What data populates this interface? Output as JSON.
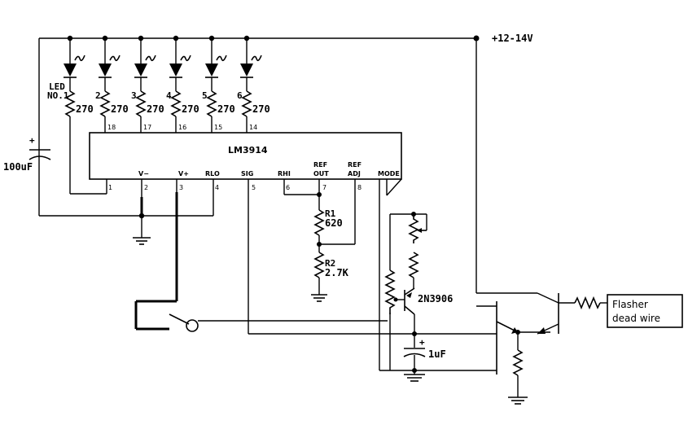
{
  "chip": {
    "name": "LM3914",
    "pins": [
      "1",
      "2",
      "3",
      "4",
      "5",
      "6",
      "7",
      "8",
      "18",
      "17",
      "16",
      "15",
      "14"
    ],
    "pin_labels": {
      "vminus": "V−",
      "vplus": "V+",
      "rlo": "RLO",
      "sig": "SIG",
      "rhi": "RHI",
      "ref_out_1": "REF",
      "ref_out_2": "OUT",
      "ref_adj_1": "REF",
      "ref_adj_2": "ADJ",
      "mode": "MODE"
    }
  },
  "supply": {
    "label": "+12-14V"
  },
  "leds": [
    {
      "label": "LED",
      "label2": "NO.1",
      "resistor": "270"
    },
    {
      "label": "2",
      "resistor": "270"
    },
    {
      "label": "3",
      "resistor": "270"
    },
    {
      "label": "4",
      "resistor": "270"
    },
    {
      "label": "5",
      "resistor": "270"
    },
    {
      "label": "6",
      "resistor": "270"
    }
  ],
  "cap_main": {
    "value": "100uF",
    "polarity": "+"
  },
  "r1": {
    "name": "R1",
    "value": "620"
  },
  "r2": {
    "name": "R2",
    "value": "2.7K"
  },
  "transistor": {
    "name": "2N3906"
  },
  "cap_small": {
    "value": "1uF",
    "polarity": "+"
  },
  "output_box": {
    "line1": "Flasher",
    "line2": "dead wire"
  }
}
